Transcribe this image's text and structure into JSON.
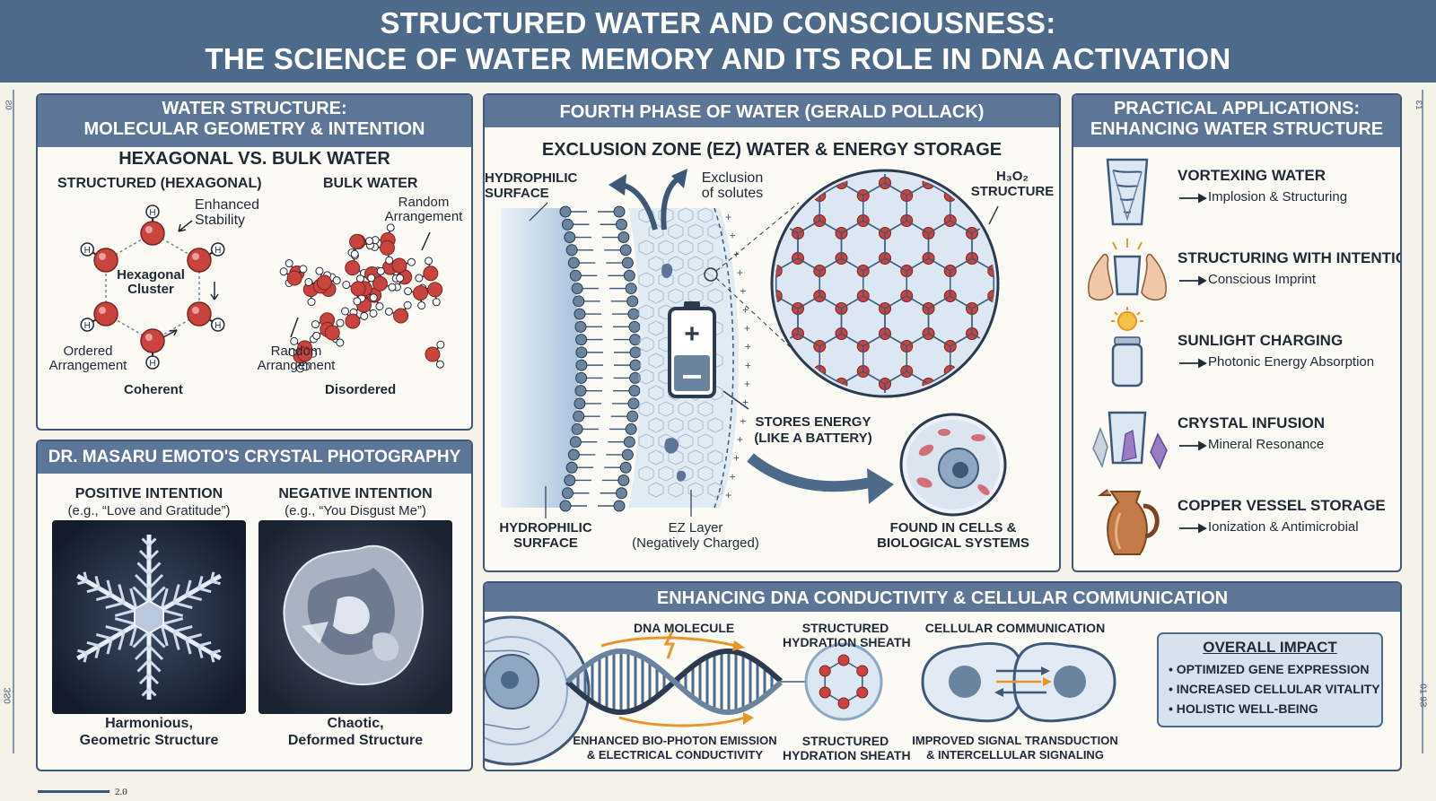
{
  "header": {
    "line1": "STRUCTURED WATER AND CONSCIOUSNESS:",
    "line2": "THE SCIENCE OF WATER MEMORY AND ITS ROLE IN DNA ACTIVATION"
  },
  "water_structure": {
    "title_line1": "WATER STRUCTURE:",
    "title_line2": "MOLECULAR GEOMETRY & INTENTION",
    "subtitle": "HEXAGONAL VS. BULK WATER",
    "structured_label": "STRUCTURED (HEXAGONAL)",
    "bulk_label": "BULK WATER",
    "enhanced_line1": "Enhanced",
    "enhanced_line2": "Stability",
    "cluster_line1": "Hexagonal",
    "cluster_line2": "Cluster",
    "ordered_line1": "Ordered",
    "ordered_line2": "Arrangement",
    "random_top_line1": "Random",
    "random_top_line2": "Arrangement",
    "random_bottom_line1": "Random",
    "random_bottom_line2": "Arrangement",
    "coherent": "Coherent",
    "disordered": "Disordered",
    "atom_h": "H"
  },
  "emoto": {
    "title": "DR. MASARU EMOTO'S CRYSTAL PHOTOGRAPHY",
    "positive_title": "POSITIVE INTENTION",
    "positive_example": "(e.g., “Love and Gratitude”)",
    "negative_title": "NEGATIVE INTENTION",
    "negative_example": "(e.g., “You Disgust Me”)",
    "positive_caption_line1": "Harmonious,",
    "positive_caption_line2": "Geometric Structure",
    "negative_caption_line1": "Chaotic,",
    "negative_caption_line2": "Deformed Structure"
  },
  "fourth_phase": {
    "title": "FOURTH PHASE OF WATER (GERALD POLLACK)",
    "subtitle": "EXCLUSION ZONE (EZ) WATER & ENERGY STORAGE",
    "hydrophilic_top_line1": "HYDROPHILIC",
    "hydrophilic_top_line2": "SURFACE",
    "exclusion_line1": "Exclusion",
    "exclusion_line2": "of solutes",
    "h3o2_line1": "H₃O₂",
    "h3o2_line2": "STRUCTURE",
    "stores_line1": "STORES ENERGY",
    "stores_line2": "(LIKE A BATTERY)",
    "hydrophilic_bottom_line1": "HYDROPHILIC",
    "hydrophilic_bottom_line2": "SURFACE",
    "ez_line1": "EZ Layer",
    "ez_line2": "(Negatively Charged)",
    "found_line1": "FOUND IN CELLS &",
    "found_line2": "BIOLOGICAL SYSTEMS"
  },
  "practical": {
    "title_line1": "PRACTICAL APPLICATIONS:",
    "title_line2": "ENHANCING WATER STRUCTURE",
    "items": [
      {
        "title": "VORTEXING WATER",
        "desc": "Implosion & Structuring",
        "icon": "vortex-glass-icon"
      },
      {
        "title": "STRUCTURING WITH INTENTION",
        "desc": "Conscious Imprint",
        "icon": "hands-glass-icon"
      },
      {
        "title": "SUNLIGHT CHARGING",
        "desc": "Photonic Energy Absorption",
        "icon": "sun-jar-icon"
      },
      {
        "title": "CRYSTAL INFUSION",
        "desc": "Mineral Resonance",
        "icon": "crystal-glass-icon"
      },
      {
        "title": "COPPER VESSEL STORAGE",
        "desc": "Ionization & Antimicrobial",
        "icon": "copper-jug-icon"
      }
    ]
  },
  "dna": {
    "title": "ENHANCING DNA CONDUCTIVITY & CELLULAR COMMUNICATION",
    "dna_molecule": "DNA MOLECULE",
    "sheath_top_line1": "STRUCTURED",
    "sheath_top_line2": "HYDRATION SHEATH",
    "cellular_comm": "CELLULAR COMMUNICATION",
    "biophoton_line1": "ENHANCED BIO-PHOTON EMISSION",
    "biophoton_line2": "& ELECTRICAL CONDUCTIVITY",
    "sheath_bottom_line1": "STRUCTURED",
    "sheath_bottom_line2": "HYDRATION SHEATH",
    "signal_line1": "IMPROVED SIGNAL TRANSDUCTION",
    "signal_line2": "& INTERCELLULAR SIGNALING",
    "impact_title": "OVERALL IMPACT",
    "impact_items": [
      "• OPTIMIZED GENE EXPRESSION",
      "• INCREASED CELLULAR VITALITY",
      "• HOLISTIC WELL-BEING"
    ]
  },
  "rulers": {
    "bottom_left": "2.0",
    "left_top": "Ƨ0",
    "left_bottom": "0ƧƐ",
    "right_top": "Ɛ1",
    "right_bottom": "01 9Ƨ"
  },
  "colors": {
    "header_bg": "#4e6a8b",
    "panel_title_bg": "#5d7697",
    "border": "#3f5878",
    "oxygen": "#c9443f",
    "background": "#f5f2e9",
    "accent_orange": "#e8952c"
  }
}
